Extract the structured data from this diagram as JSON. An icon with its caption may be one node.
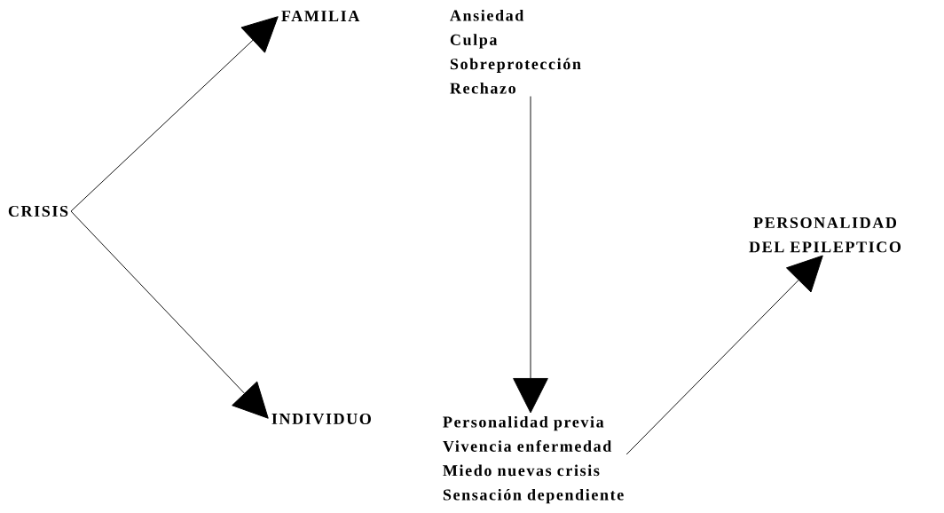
{
  "diagram": {
    "nodes": [
      {
        "text": [
          "CRISIS"
        ]
      },
      {
        "text": [
          "FAMILIA"
        ]
      },
      {
        "text": [
          "Ansiedad",
          "Culpa",
          "Sobreprotección",
          "Rechazo"
        ]
      },
      {
        "text": [
          "INDIVIDUO"
        ]
      },
      {
        "text": [
          "Personalidad previa",
          "Vivencia enfermedad",
          "Miedo nuevas crisis",
          "Sensación dependiente"
        ]
      },
      {
        "text": [
          "PERSONALIDAD DEL EPILEPTICO"
        ]
      }
    ],
    "edges": [
      {
        "from": 0,
        "to": 1,
        "arrow": "to"
      },
      {
        "from": 0,
        "to": 3,
        "arrow": "to"
      },
      {
        "from": 2,
        "to": 4,
        "arrow": "to"
      },
      {
        "from": 4,
        "to": 5,
        "arrow": "to"
      }
    ]
  }
}
